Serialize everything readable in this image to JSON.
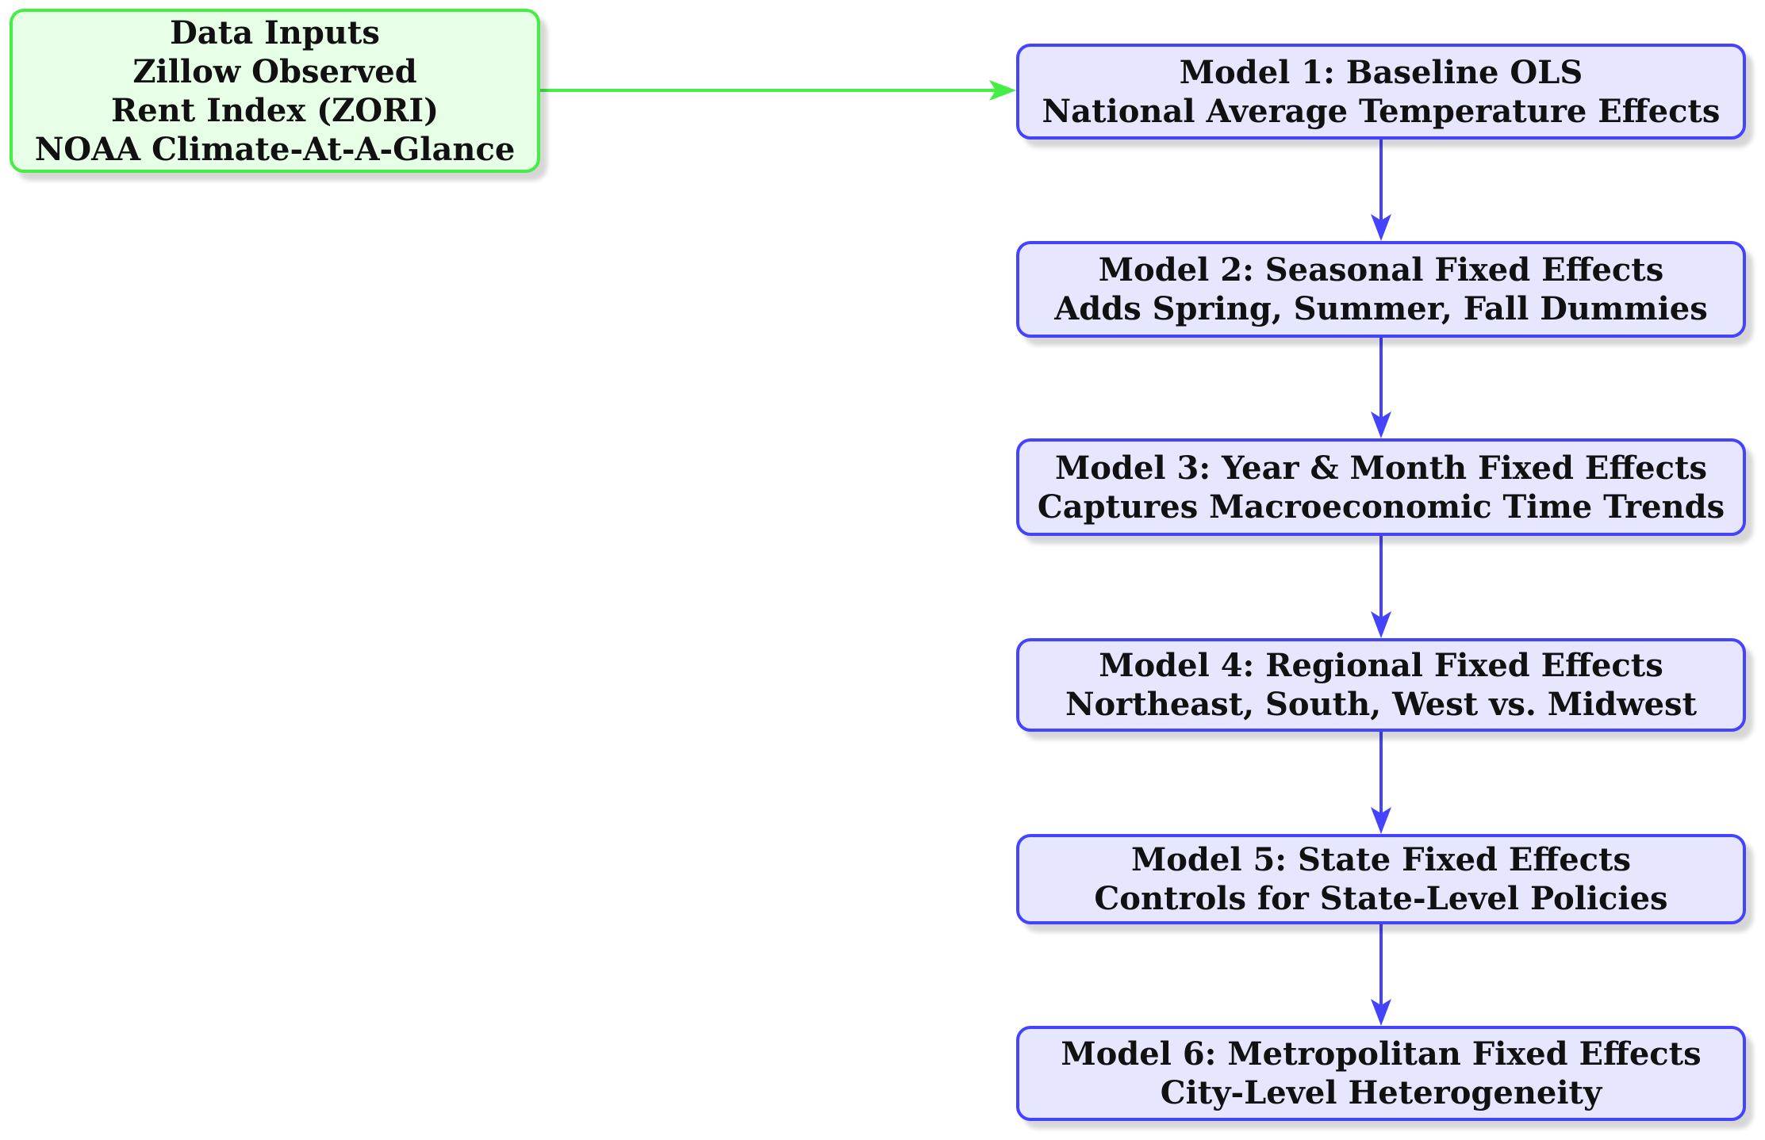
{
  "colors": {
    "input_fill": "#e6ffe6",
    "input_border": "#44ee44",
    "model_fill": "#e6e6ff",
    "model_border": "#4444ff",
    "input_arrow": "#44ee44",
    "model_arrow": "#4444ff"
  },
  "input_node": {
    "lines": [
      "Data Inputs",
      "Zillow Observed",
      "Rent Index (ZORI)",
      "NOAA Climate-At-A-Glance"
    ]
  },
  "models": [
    {
      "lines": [
        "Model 1:  Baseline OLS",
        "National Average Temperature Effects"
      ]
    },
    {
      "lines": [
        "Model 2:  Seasonal Fixed Effects",
        "Adds Spring, Summer, Fall Dummies"
      ]
    },
    {
      "lines": [
        "Model 3:  Year & Month Fixed Effects",
        "Captures Macroeconomic Time Trends"
      ]
    },
    {
      "lines": [
        "Model 4:  Regional Fixed Effects",
        "Northeast, South, West vs.  Midwest"
      ]
    },
    {
      "lines": [
        "Model 5:  State Fixed Effects",
        "Controls for State-Level Policies"
      ]
    },
    {
      "lines": [
        "Model 6:  Metropolitan Fixed Effects",
        "City-Level Heterogeneity"
      ]
    }
  ],
  "edges": [
    {
      "from": "input",
      "to": "model-1"
    },
    {
      "from": "model-1",
      "to": "model-2"
    },
    {
      "from": "model-2",
      "to": "model-3"
    },
    {
      "from": "model-3",
      "to": "model-4"
    },
    {
      "from": "model-4",
      "to": "model-5"
    },
    {
      "from": "model-5",
      "to": "model-6"
    }
  ]
}
